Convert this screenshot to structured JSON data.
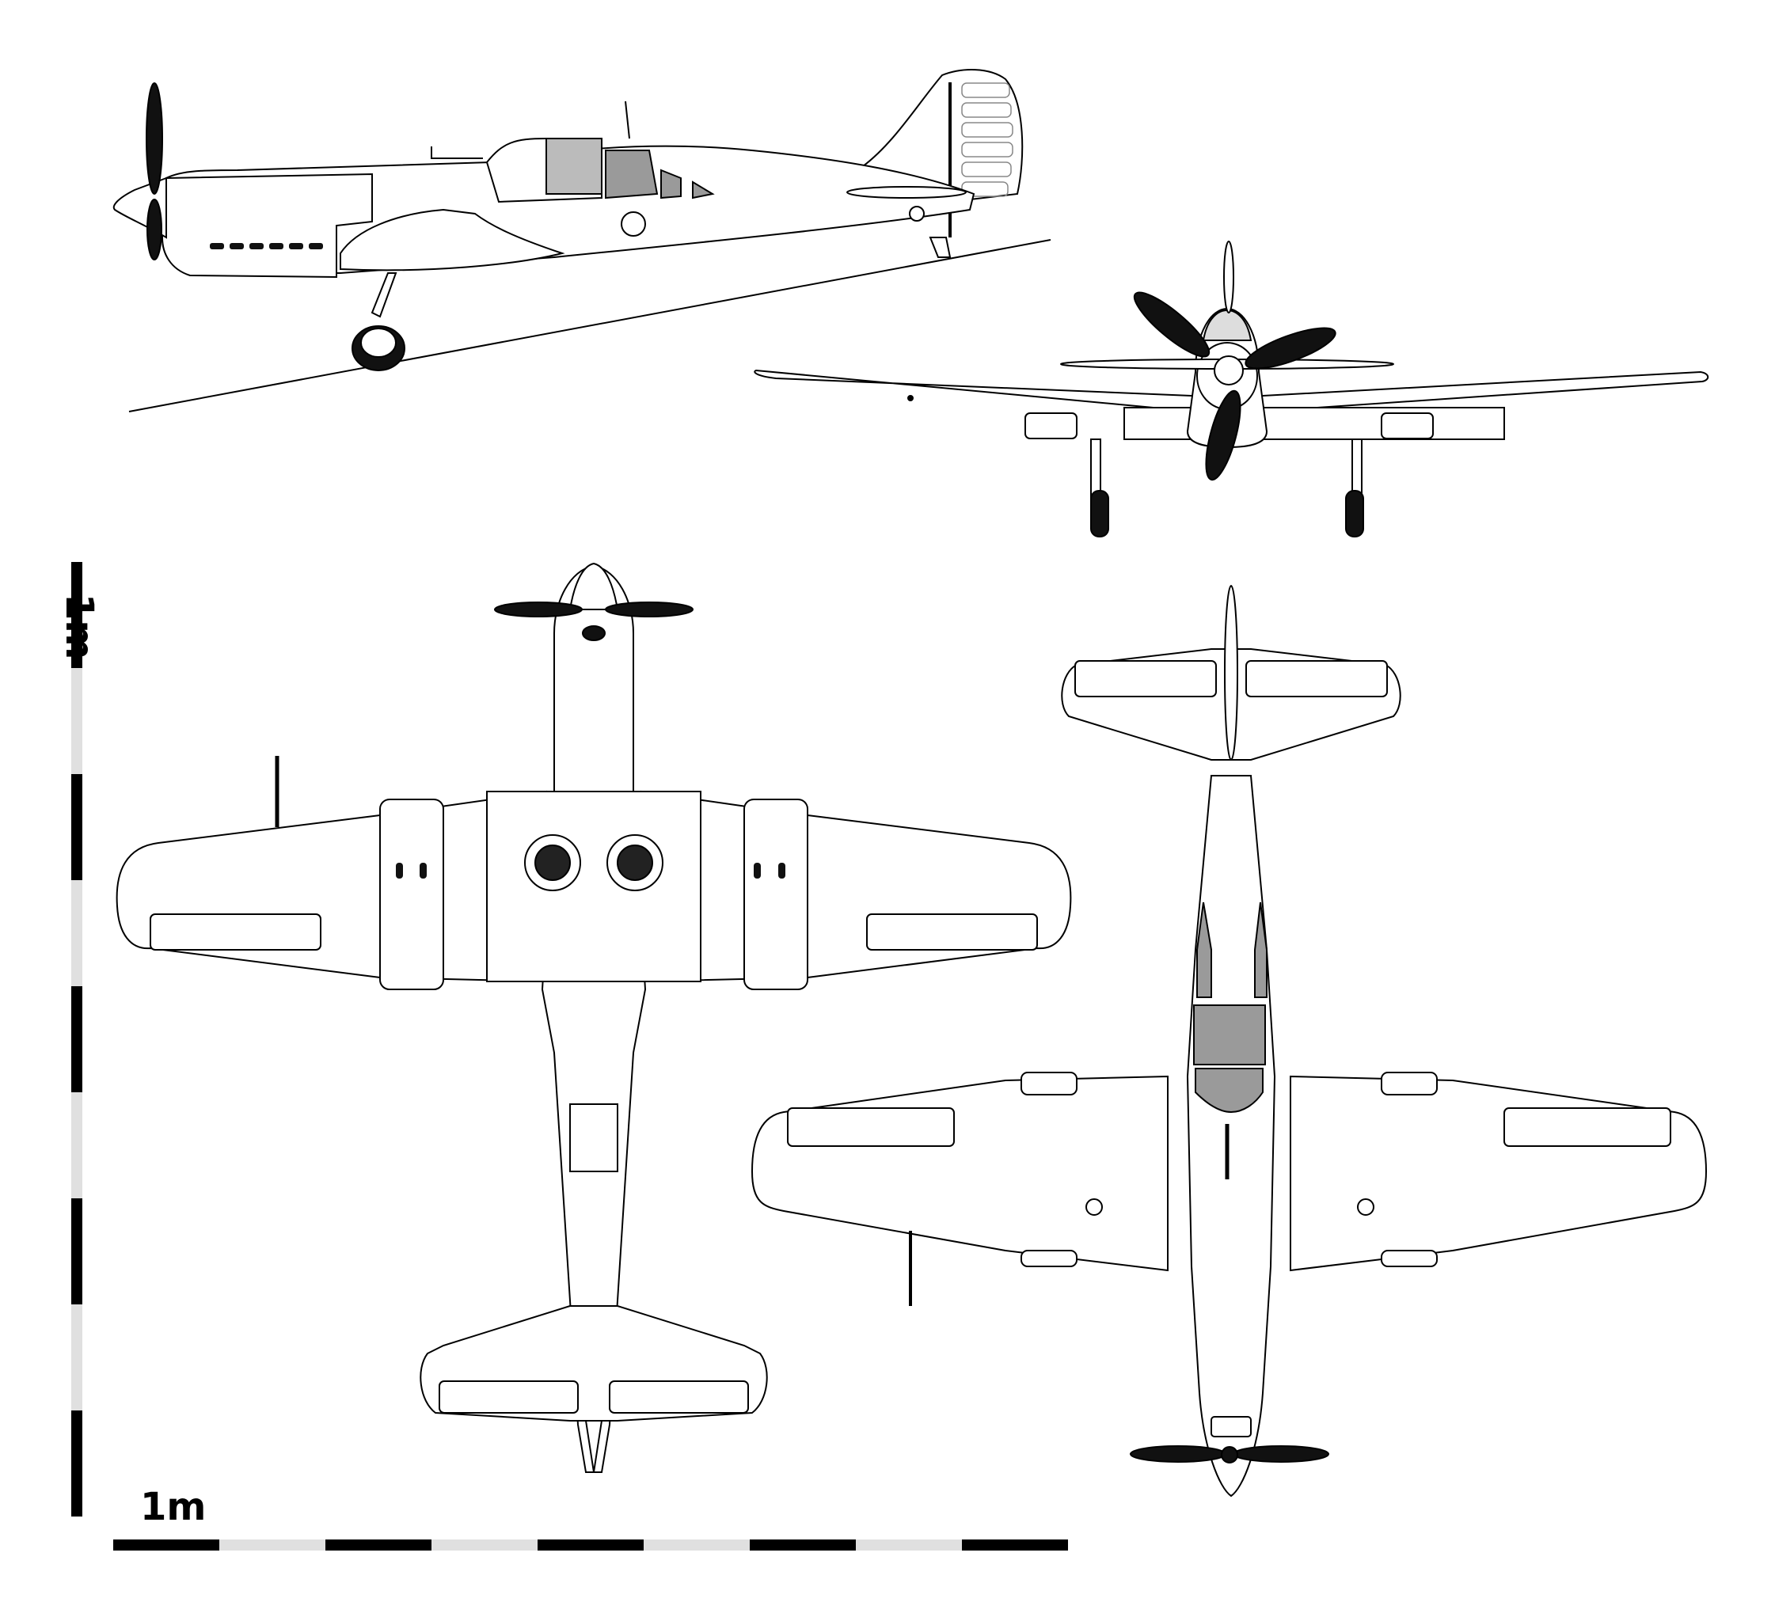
{
  "scale_labels": {
    "horizontal": "1m",
    "vertical": "1m"
  },
  "scale_bar": {
    "segments": 9,
    "colors": [
      "#000000",
      "#e0e0e0"
    ]
  },
  "colors": {
    "line": "#000000",
    "fill": "#ffffff",
    "panel": "#9a9a9a",
    "dark": "#111111"
  },
  "views": [
    "side-view",
    "front-view",
    "top-view",
    "bottom-view"
  ]
}
